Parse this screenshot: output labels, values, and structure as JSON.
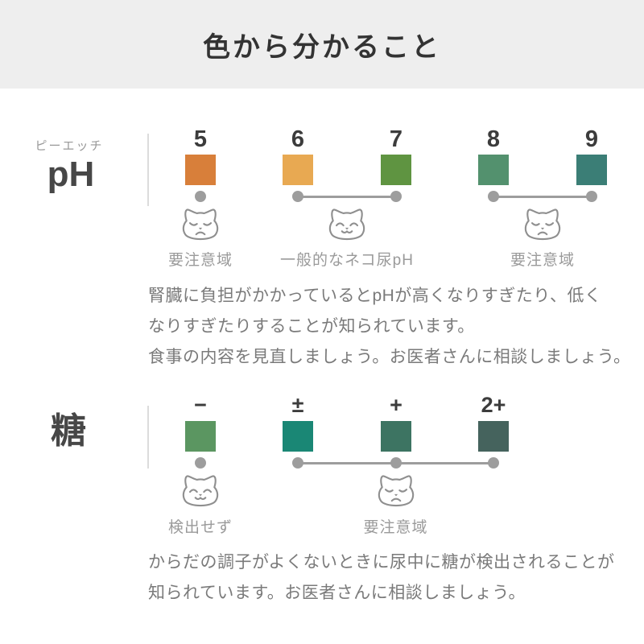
{
  "header": {
    "title": "色から分かること",
    "band_color": "#eeeeee"
  },
  "ph_section": {
    "furigana": "ピーエッチ",
    "label": "pH",
    "columns": [
      {
        "value": "5",
        "color": "#d87f3a"
      },
      {
        "value": "6",
        "color": "#e8a952"
      },
      {
        "value": "7",
        "color": "#5f9441"
      },
      {
        "value": "8",
        "color": "#53916e"
      },
      {
        "value": "9",
        "color": "#3b7e76"
      }
    ],
    "zones": [
      {
        "label": "要注意域",
        "mood": "sad",
        "icon": "cat-worried-face",
        "span": [
          0,
          0
        ]
      },
      {
        "label": "一般的なネコ尿pH",
        "mood": "happy",
        "icon": "cat-smiling-face",
        "span": [
          1,
          2
        ]
      },
      {
        "label": "要注意域",
        "mood": "sad",
        "icon": "cat-worried-face",
        "span": [
          3,
          4
        ]
      }
    ],
    "description_lines": [
      "腎臓に負担がかかっているとpHが高くなりすぎたり、低く",
      "なりすぎたりすることが知られています。",
      "食事の内容を見直しましょう。お医者さんに相談しましょう。"
    ]
  },
  "sugar_section": {
    "label": "糖",
    "columns": [
      {
        "value": "−",
        "color": "#5b9661"
      },
      {
        "value": "±",
        "color": "#1a8775"
      },
      {
        "value": "+",
        "color": "#3d7462"
      },
      {
        "value": "2+",
        "color": "#45635d"
      }
    ],
    "zones": [
      {
        "label": "検出せず",
        "mood": "happy",
        "icon": "cat-smiling-face",
        "span": [
          0,
          0
        ]
      },
      {
        "label": "要注意域",
        "mood": "sad",
        "icon": "cat-worried-face",
        "span": [
          1,
          3
        ]
      }
    ],
    "description_lines": [
      "からだの調子がよくないときに尿中に糖が検出されることが",
      "知られています。お医者さんに相談しましょう。"
    ]
  },
  "colors": {
    "dot_and_line": "#9d9d9d",
    "zone_label": "#9a9a9a",
    "paragraph_text": "#7a7a7a",
    "heading_text": "#333333",
    "divider": "#dcdcdc",
    "cat_outline": "#8f8f8f"
  }
}
